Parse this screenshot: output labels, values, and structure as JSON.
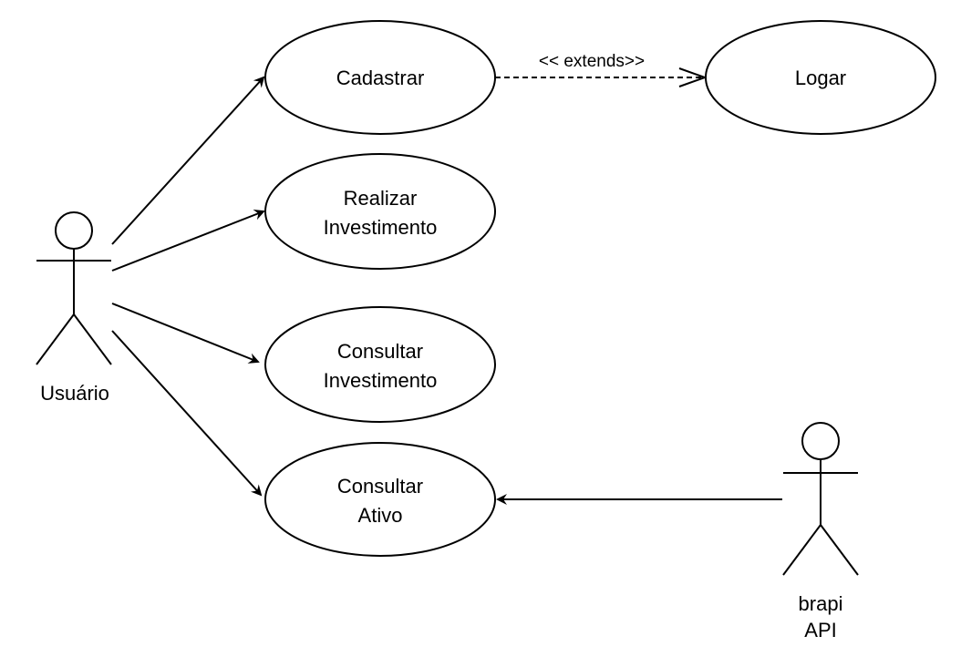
{
  "use_cases": {
    "cadastrar": {
      "label": "Cadastrar"
    },
    "logar": {
      "label": "Logar"
    },
    "realizar_investimento": {
      "line1": "Realizar",
      "line2": "Investimento"
    },
    "consultar_investimento": {
      "line1": "Consultar",
      "line2": "Investimento"
    },
    "consultar_ativo": {
      "line1": "Consultar",
      "line2": "Ativo"
    }
  },
  "actors": {
    "usuario": {
      "label": "Usuário"
    },
    "brapi": {
      "line1": "brapi",
      "line2": "API"
    }
  },
  "relations": {
    "extends_label": "<< extends>>"
  }
}
